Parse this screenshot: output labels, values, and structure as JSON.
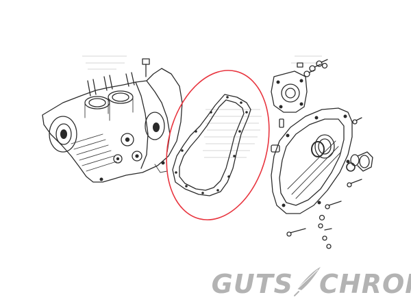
{
  "brand": {
    "logo_left": "GUTS",
    "logo_right": "CHROME",
    "logo_color": "#b3b3b3"
  },
  "diagram": {
    "highlight_color": "#e8343e",
    "line_color": "#2a2a2a",
    "highlighted_part_icon": "primary-cover-gasket"
  }
}
